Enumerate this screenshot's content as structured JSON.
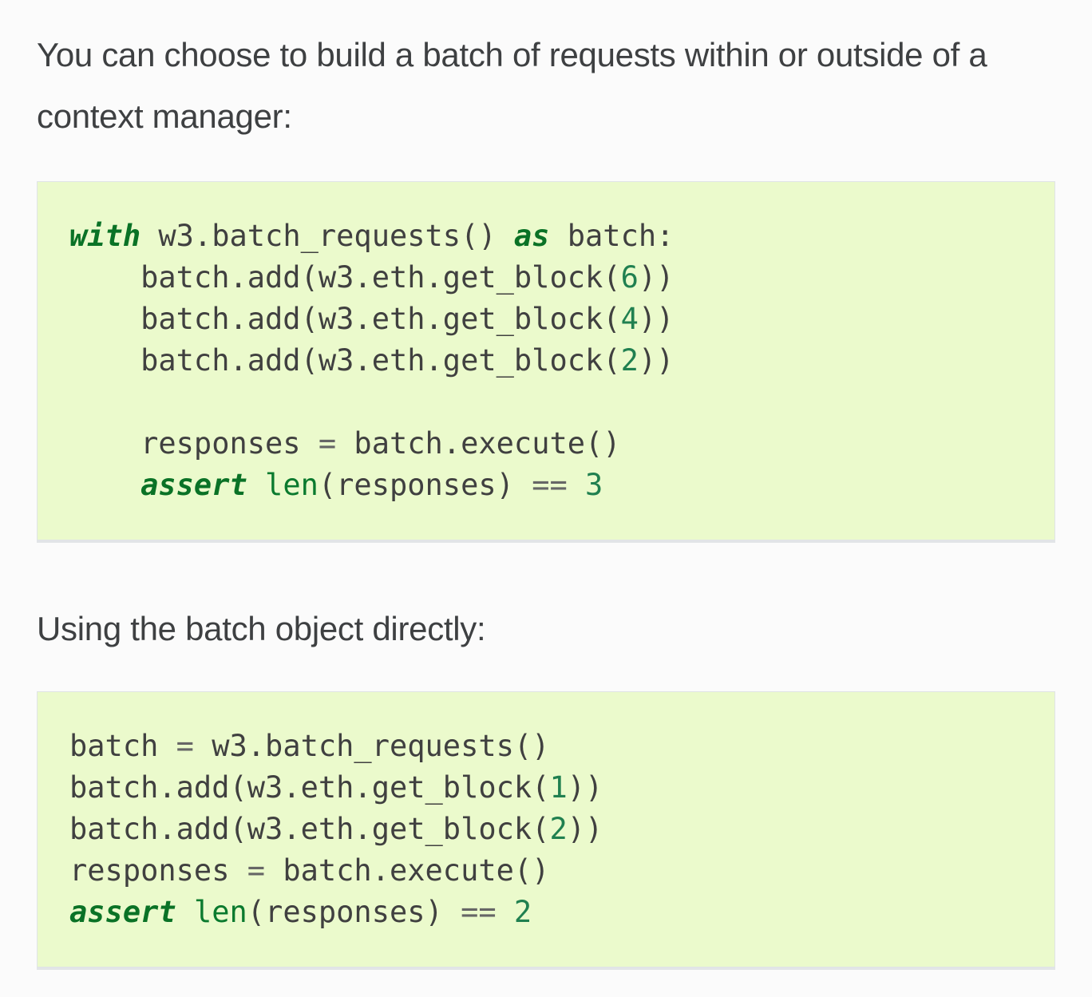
{
  "page": {
    "background": "#fbfbfb"
  },
  "colors": {
    "body_text": "#3e4042",
    "code_plain": "#404040",
    "code_keyword": "#0a7226",
    "code_builtin": "#0a7a2e",
    "code_number": "#208050",
    "code_operator": "#666666",
    "code_background": "#ebfacc",
    "code_border": "#e0e4e6"
  },
  "content": {
    "intro_paragraph": "You can choose to build a batch of requests within or outside of a context manager:",
    "direct_paragraph": "Using the batch object directly:"
  },
  "code_blocks": [
    {
      "id": "context-manager-example",
      "lines": [
        [
          [
            "with",
            "k"
          ],
          [
            " w3.batch_requests() ",
            "p"
          ],
          [
            "as",
            "k"
          ],
          [
            " batch:",
            "p"
          ]
        ],
        [
          [
            "    batch.add(w3.eth.get_block(",
            "p"
          ],
          [
            "6",
            "n"
          ],
          [
            "))",
            "p"
          ]
        ],
        [
          [
            "    batch.add(w3.eth.get_block(",
            "p"
          ],
          [
            "4",
            "n"
          ],
          [
            "))",
            "p"
          ]
        ],
        [
          [
            "    batch.add(w3.eth.get_block(",
            "p"
          ],
          [
            "2",
            "n"
          ],
          [
            "))",
            "p"
          ]
        ],
        [],
        [
          [
            "    responses ",
            "p"
          ],
          [
            "=",
            "o"
          ],
          [
            " batch.execute()",
            "p"
          ]
        ],
        [
          [
            "    ",
            "p"
          ],
          [
            "assert",
            "k"
          ],
          [
            " ",
            "p"
          ],
          [
            "len",
            "b"
          ],
          [
            "(responses) ",
            "p"
          ],
          [
            "==",
            "o"
          ],
          [
            " ",
            "p"
          ],
          [
            "3",
            "n"
          ]
        ]
      ]
    },
    {
      "id": "direct-example",
      "lines": [
        [
          [
            "batch ",
            "p"
          ],
          [
            "=",
            "o"
          ],
          [
            " w3.batch_requests()",
            "p"
          ]
        ],
        [
          [
            "batch.add(w3.eth.get_block(",
            "p"
          ],
          [
            "1",
            "n"
          ],
          [
            "))",
            "p"
          ]
        ],
        [
          [
            "batch.add(w3.eth.get_block(",
            "p"
          ],
          [
            "2",
            "n"
          ],
          [
            "))",
            "p"
          ]
        ],
        [
          [
            "responses ",
            "p"
          ],
          [
            "=",
            "o"
          ],
          [
            " batch.execute()",
            "p"
          ]
        ],
        [
          [
            "assert",
            "k"
          ],
          [
            " ",
            "p"
          ],
          [
            "len",
            "b"
          ],
          [
            "(responses) ",
            "p"
          ],
          [
            "==",
            "o"
          ],
          [
            " ",
            "p"
          ],
          [
            "2",
            "n"
          ]
        ]
      ]
    }
  ]
}
